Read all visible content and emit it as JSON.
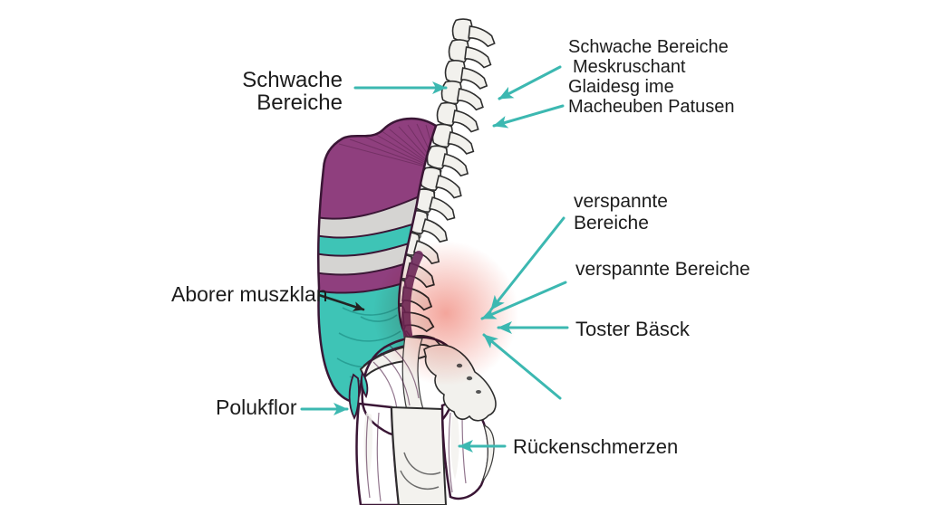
{
  "colors": {
    "background": "#ffffff",
    "text": "#1c1c1c",
    "accent": "#3cb8b1",
    "arrow-black": "#232323",
    "muscle-purple": "#8f3f7e",
    "muscle-purple-deep": "#6d2a60",
    "outline": "#3a1635",
    "muscle-teal": "#3ec4b6",
    "teal-line": "#1f9288",
    "bone": "#f2f1ed",
    "bone-line": "#2e2e2e",
    "band-gray": "#d5d4d2",
    "disc": "#8c8c8c",
    "pain": "#e84b38"
  },
  "labels": {
    "weak_areas_left": {
      "lines": [
        "Schwache",
        "Bereiche"
      ]
    },
    "weak_areas_right": {
      "lines": [
        "Schwache Bereiche",
        "Meskruschant",
        "Glaidesg ime",
        "Macheuben Patusen"
      ]
    },
    "tense_areas_upper": {
      "lines": [
        "verspannte",
        "Bereiche"
      ]
    },
    "tense_areas_lower": {
      "text": "verspannte Bereiche"
    },
    "lower_back": {
      "text": "Toster Bäsck"
    },
    "abdominal_muscle": {
      "text": "Aborer muszklan"
    },
    "hip_flexor": {
      "text": "Polukflor"
    },
    "back_pain": {
      "text": "Rückenschmerzen"
    }
  }
}
